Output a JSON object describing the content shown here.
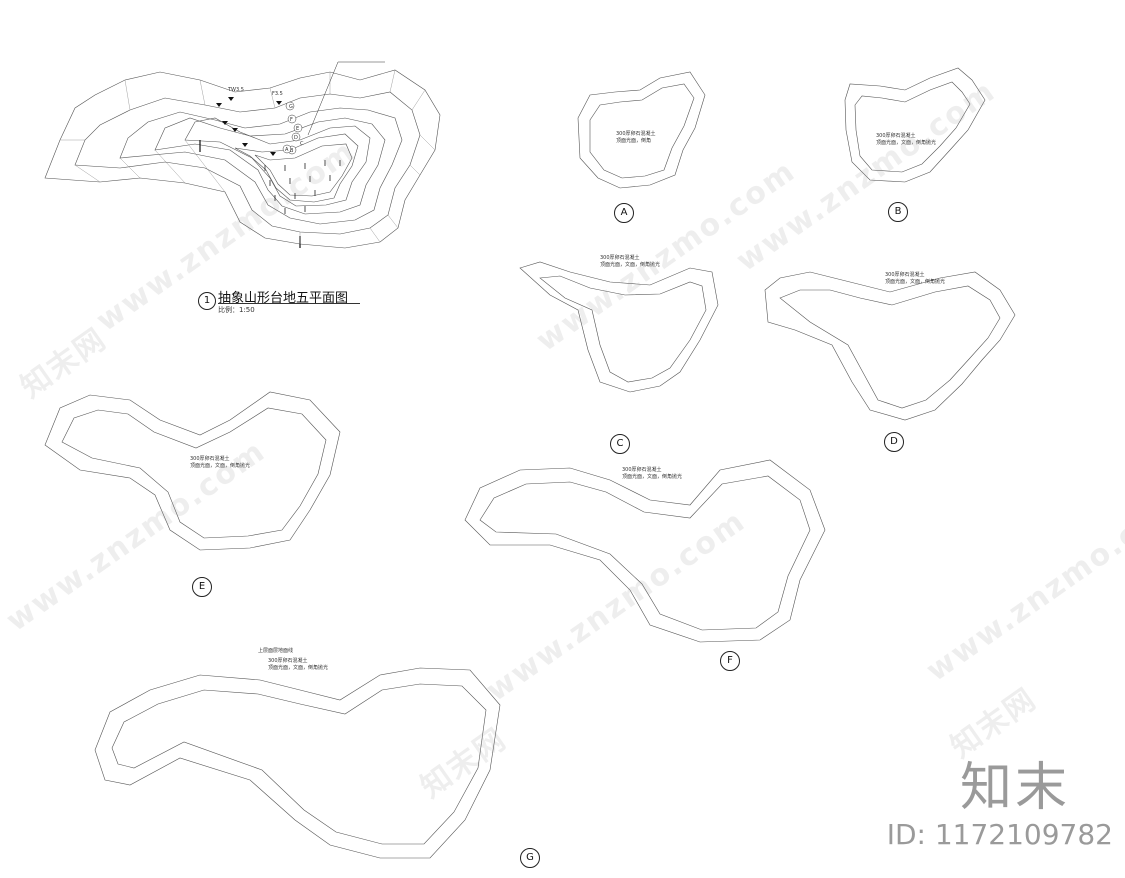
{
  "main_plan": {
    "number": "1",
    "title": "抽象山形台地五平面图",
    "scale": "比例：1:50",
    "elevation_tags": [
      "TW3.5",
      "F3.5",
      "G",
      "F",
      "E",
      "D",
      "C",
      "B",
      "A"
    ]
  },
  "sections": [
    "A",
    "B",
    "C",
    "D",
    "E",
    "F",
    "G"
  ],
  "notes": {
    "a1": "300厚卵石混凝土",
    "a2": "顶面光面，倒角",
    "b1": "300厚卵石混凝土",
    "b2": "顶面光面，文面，倒角抛光",
    "c1": "300厚卵石混凝土",
    "c2": "顶面光面，文面，倒角抛光",
    "d1": "300厚卵石混凝土",
    "d2": "顶面光面，文面，倒角抛光",
    "e1": "300厚卵石混凝土",
    "e2": "顶面光面，文面，倒角抛光",
    "f1": "300厚卵石混凝土",
    "f2": "顶面光面，文面，倒角抛光",
    "g1": "上层面层地面线",
    "g2": "300厚卵石混凝土",
    "g3": "顶面光面，文面，倒角抛光"
  },
  "watermark": {
    "brand": "知末",
    "id_text": "ID: 1172109782",
    "site": "www.znzmo.com",
    "logo_text": "知末网"
  }
}
